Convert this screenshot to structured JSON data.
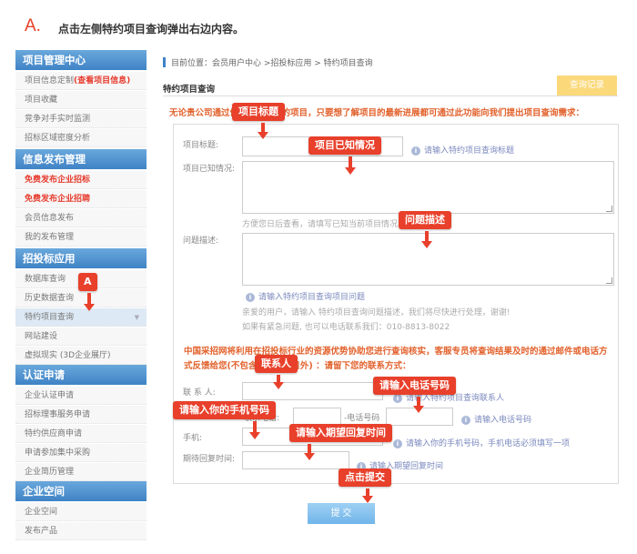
{
  "heading": {
    "letter": "A.",
    "text": "点击左侧特约项目查询弹出右边内容。"
  },
  "sidebar": {
    "sections": [
      {
        "title": "项目管理中心",
        "items": [
          {
            "label": "项目信息定制",
            "extra": "(查看项目信息)"
          },
          {
            "label": "项目收藏"
          },
          {
            "label": "竞争对手实时监测"
          },
          {
            "label": "招标区域密度分析"
          }
        ]
      },
      {
        "title": "信息发布管理",
        "items": [
          {
            "label": "免费发布企业招标"
          },
          {
            "label": "免费发布企业招聘"
          },
          {
            "label": "会员信息发布"
          },
          {
            "label": "我的发布管理"
          }
        ]
      },
      {
        "title": "招投标应用",
        "items": [
          {
            "label": "数据库查询"
          },
          {
            "label": "历史数据查询"
          },
          {
            "label": "特约项目查询",
            "arrow": "▼"
          },
          {
            "label": "网站建设"
          },
          {
            "label": "虚拟现实 (3D企业展厅)"
          }
        ]
      },
      {
        "title": "认证申请",
        "items": [
          {
            "label": "企业认证申请"
          },
          {
            "label": "招标理事服务申请"
          },
          {
            "label": "特约供应商申请"
          },
          {
            "label": "申请参加集中采购"
          },
          {
            "label": "企业简历管理"
          }
        ]
      },
      {
        "title": "企业空间",
        "items": [
          {
            "label": "企业空间"
          },
          {
            "label": "发布产品"
          }
        ]
      }
    ]
  },
  "breadcrumb": "目前位置：会员用户中心 >招投标应用 > 特约项目查询",
  "panel": {
    "title": "特约项目查询",
    "record_button": "查询记录",
    "intro": "无论贵公司通过何种方式得知的项目，只要想了解项目的最新进展都可通过此功能向我们提出项目查询需求：",
    "fields": {
      "project_title": {
        "label": "项目标题:",
        "hint": "请输入特约项目查询标题"
      },
      "known_info": {
        "label": "项目已知情况:",
        "note": "方便您日后查看，请填写已知当前项目情况"
      },
      "problem": {
        "label": "问题描述:",
        "hint": "请输入特约项目查询项目问题",
        "note1": "亲爱的用户，请输入 特约项目查询问题描述，我们将尽快进行处理，谢谢!",
        "note2": "如果有紧急问题, 也可以电话联系我们：010-8813-8022"
      },
      "contact_intro": "中国采招网将利用在招投标行业的资源优势协助您进行查询核实，客服专员将查询结果及时的通过邮件或电话方式反馈给您(不包含非特约项目外) ：请留下您的联系方式：",
      "contact": {
        "label": "联 系 人:",
        "hint": "请输入特约项目查询联系人"
      },
      "phone": {
        "label_left": "联系电话:",
        "label_right": "-电话号码",
        "hint": "请输入电话号码"
      },
      "mobile": {
        "label": "手机:",
        "hint": "请输入你的手机号码，手机电话必须填写一项"
      },
      "reply_time": {
        "label": "期待回复时间:",
        "hint": "请输入期望回复时间"
      }
    },
    "submit": "提 交"
  },
  "callouts": {
    "a": "A",
    "title": "项目标题",
    "known": "项目已知情况",
    "problem": "问题描述",
    "contact": "联系人",
    "phone": "请输入电话号码",
    "mobile": "请输入你的手机号码",
    "reply": "请输入期望回复时间",
    "submit": "点击提交"
  },
  "colors": {
    "accent_red": "#e8402b",
    "nav_blue": "#3f83c6",
    "orange_text": "#e2622d",
    "record_btn": "#fbd97b"
  }
}
